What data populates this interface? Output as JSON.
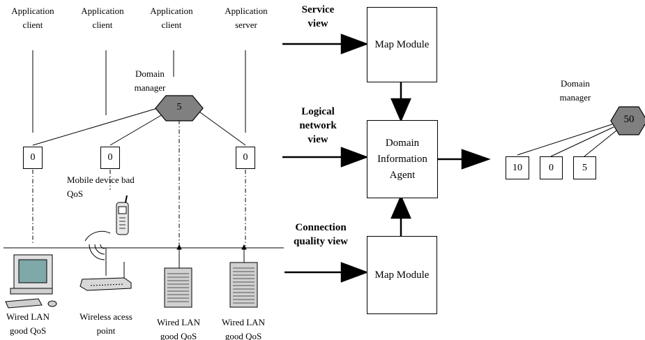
{
  "labels": {
    "app_client_1": "Application client",
    "app_client_2": "Application client",
    "app_client_3": "Application client",
    "app_server": "Application server",
    "domain_manager_left": "Domain manager",
    "domain_manager_right": "Domain manager",
    "mobile_device": "Mobile device bad QoS",
    "wired_lan_1": "Wired LAN good QoS",
    "wireless_ap": "Wireless acess point",
    "wired_lan_2": "Wired LAN good QoS",
    "wired_lan_3": "Wired LAN good QoS"
  },
  "views": {
    "service": "Service view",
    "logical": "Logical network view",
    "connection": "Connection quality view"
  },
  "modules": {
    "map_top": "Map Module",
    "agent": "Domain Information Agent",
    "map_bottom": "Map Module"
  },
  "nodes": {
    "left_manager_value": "5",
    "left_node_1": "0",
    "left_node_2": "0",
    "left_node_3": "0",
    "right_manager_value": "50",
    "right_node_1": "10",
    "right_node_2": "0",
    "right_node_3": "5"
  },
  "colors": {
    "hexagon_fill": "#808080",
    "line": "#000000"
  },
  "icons": [
    "desktop-computer-icon",
    "keyboard-icon",
    "mouse-icon",
    "wireless-access-point-icon",
    "mobile-phone-icon",
    "server-tower-icon"
  ]
}
